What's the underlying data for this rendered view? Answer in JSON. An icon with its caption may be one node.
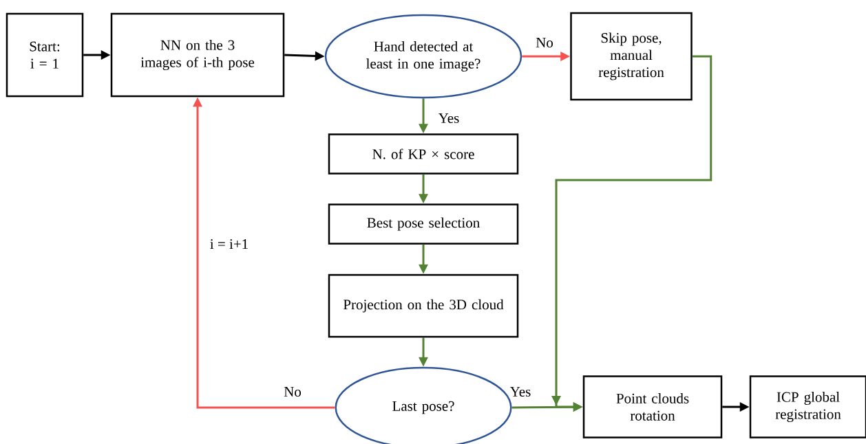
{
  "diagram": {
    "nodes": [
      {
        "text": [
          "Start: i = 1"
        ]
      },
      {
        "text": [
          "NN on the 3 images of i-th pose"
        ]
      },
      {
        "text": [
          "Hand detected at least in one image?"
        ]
      },
      {
        "text": [
          "Skip pose, manual registration"
        ]
      },
      {
        "text": [
          "N. of KP × score"
        ]
      },
      {
        "text": [
          "Best pose selection"
        ]
      },
      {
        "text": [
          "Projection on the 3D cloud"
        ]
      },
      {
        "text": [
          "Last pose?"
        ]
      },
      {
        "text": [
          "Point clouds rotation"
        ]
      },
      {
        "text": [
          "ICP global registration"
        ]
      }
    ],
    "edges": [
      {
        "from": 0,
        "to": 1,
        "arrow": "to",
        "color": "#000000"
      },
      {
        "from": 1,
        "to": 2,
        "arrow": "to",
        "color": "#000000"
      },
      {
        "from": 2,
        "to": 3,
        "arrow": "to",
        "label": "No",
        "color": "#f4514f"
      },
      {
        "from": 2,
        "to": 4,
        "arrow": "to",
        "label": "Yes"
      },
      {
        "from": 4,
        "to": 5,
        "arrow": "to"
      },
      {
        "from": 5,
        "to": 6,
        "arrow": "to"
      },
      {
        "from": 6,
        "to": 7,
        "arrow": "to"
      },
      {
        "from": 7,
        "to": 1,
        "arrow": "to",
        "label": "No",
        "color": "#f4514f"
      },
      {
        "from": 7,
        "to": 8,
        "arrow": "to",
        "label": "Yes"
      },
      {
        "from": 3,
        "to": 8,
        "arrow": "to"
      },
      {
        "from": 8,
        "to": 9,
        "arrow": "to",
        "color": "#000000"
      }
    ],
    "labels": [
      "i = i+1"
    ]
  }
}
